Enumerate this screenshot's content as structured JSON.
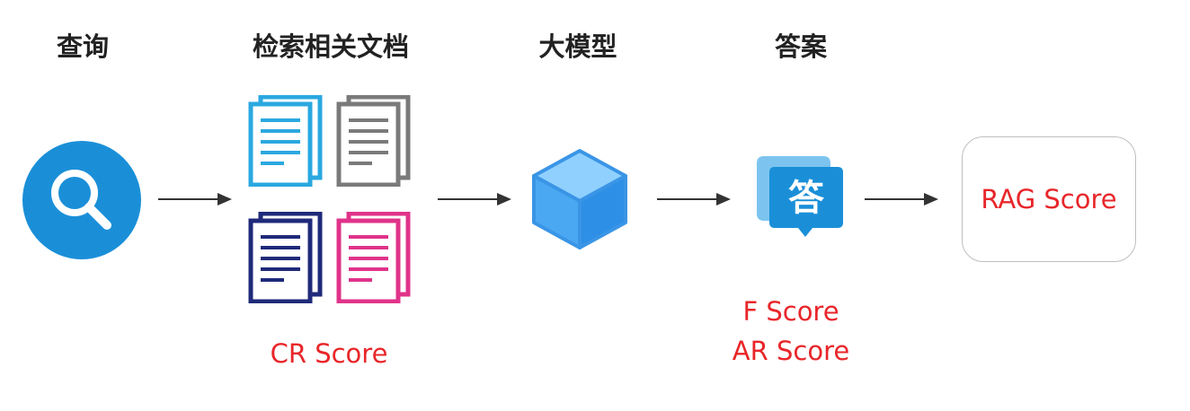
{
  "stages": {
    "query": {
      "label": "查询",
      "icon": "search-icon"
    },
    "retrieve": {
      "label": "检索相关文档",
      "icon": "document-stack-icon",
      "score": "CR Score"
    },
    "llm": {
      "label": "大模型",
      "icon": "cube-icon"
    },
    "answer": {
      "label": "答案",
      "icon": "answer-icon",
      "icon_char": "答",
      "scores": [
        "F Score",
        "AR Score"
      ]
    },
    "result": {
      "label": "RAG Score"
    }
  },
  "colors": {
    "heading": "#222222",
    "score": "#e8262a",
    "primary_blue": "#1a8fd8",
    "doc_light_blue": "#2aa8e0",
    "doc_gray": "#7a7a7a",
    "doc_navy": "#1f2a7a",
    "doc_magenta": "#e0338a",
    "arrow": "#333333",
    "box_border": "#bfbfbf"
  }
}
